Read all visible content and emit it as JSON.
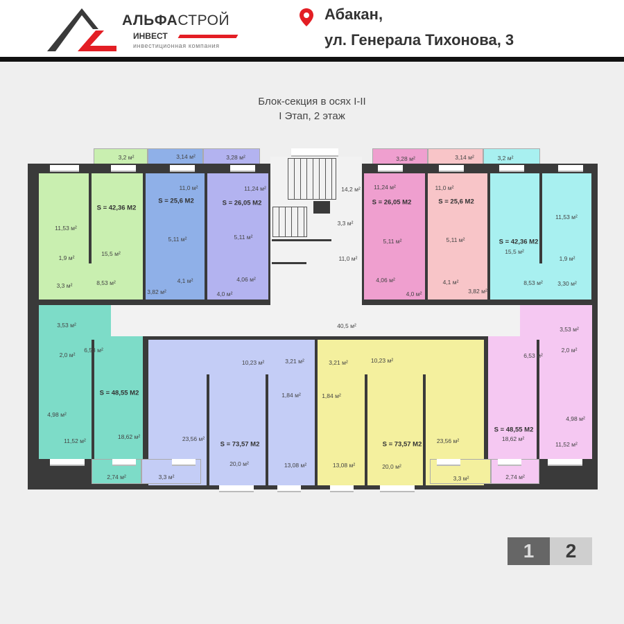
{
  "header": {
    "logo": {
      "brand_bold": "АЛЬФА",
      "brand_light": "СТРОЙ",
      "brand_sub": "ИНВЕСТ",
      "tagline": "инвестиционная компания"
    },
    "address": {
      "icon": "map-pin-icon",
      "line1": "Абакан,",
      "line2": "ул. Генерала Тихонова, 3"
    }
  },
  "plan": {
    "title_line1": "Блок-секция в осях I-II",
    "title_line2": "I Этап, 2 этаж",
    "apartments": [
      {
        "id": "top-left-1",
        "total": "S = 42,36 М2",
        "color": "#c9efb0",
        "rooms": [
          "11,53 м²",
          "15,5 м²",
          "1,9 м²",
          "3,3 м²",
          "8,53 м²"
        ],
        "balcony": "3,2 м²"
      },
      {
        "id": "top-left-2",
        "total": "S = 25,6 М2",
        "color": "#8fb0e8",
        "rooms": [
          "11,0 м²",
          "5,11 м²",
          "4,1 м²",
          "3,82 м²"
        ],
        "balcony": "3,14 м²"
      },
      {
        "id": "top-left-3",
        "total": "S = 26,05 М2",
        "color": "#b3b3f0",
        "rooms": [
          "11,24 м²",
          "5,11 м²",
          "4,06 м²",
          "4,0 м²"
        ],
        "balcony": "3,28 м²"
      },
      {
        "id": "top-right-3",
        "total": "S = 26,05 М2",
        "color": "#ef9fcf",
        "rooms": [
          "11,24 м²",
          "5,11 м²",
          "4,06 м²",
          "4,0 м²"
        ],
        "balcony": "3,28 м²"
      },
      {
        "id": "top-right-2",
        "total": "S = 25,6 М2",
        "color": "#f8c5c8",
        "rooms": [
          "11,0 м²",
          "5,11 м²",
          "4,1 м²",
          "3,82 м²"
        ],
        "balcony": "3,14 м²"
      },
      {
        "id": "top-right-1",
        "total": "S = 42,36 М2",
        "color": "#a8f0f0",
        "rooms": [
          "11,53 м²",
          "15,5 м²",
          "1,9 м²",
          "3,30 м²",
          "8,53 м²"
        ],
        "balcony": "3,2 м²"
      },
      {
        "id": "bottom-left-1",
        "total": "S = 48,55 М2",
        "color": "#7ddcc8",
        "rooms": [
          "3,53 м²",
          "2,0 м²",
          "6,53 м²",
          "4,98 м²",
          "11,52 м²",
          "18,62 м²"
        ],
        "balcony": "2,74 м²"
      },
      {
        "id": "bottom-left-2",
        "total": "S = 73,57 М2",
        "color": "#c4cdf6",
        "rooms": [
          "10,23 м²",
          "3,21 м²",
          "1,84 м²",
          "23,56 м²",
          "20,0 м²",
          "13,08 м²"
        ],
        "balcony": "3,3 м²"
      },
      {
        "id": "bottom-right-2",
        "total": "S = 73,57 М2",
        "color": "#f4f09e",
        "rooms": [
          "10,23 м²",
          "3,21 м²",
          "1,84 м²",
          "23,56 м²",
          "20,0 м²",
          "13,08 м²"
        ],
        "balcony": "3,3 м²"
      },
      {
        "id": "bottom-right-1",
        "total": "S = 48,55 М2",
        "color": "#f5c8f2",
        "rooms": [
          "3,53 м²",
          "2,0 м²",
          "6,53 м²",
          "4,98 м²",
          "11,52 м²",
          "18,62 м²"
        ],
        "balcony": "2,74 м²"
      }
    ],
    "common": {
      "stair_area": "14,2 м²",
      "vestibule": "3,3 м²",
      "hall": "11,0 м²",
      "corridor": "40,5 м²"
    }
  },
  "pager": {
    "pages": [
      "1",
      "2"
    ],
    "active": "1"
  }
}
